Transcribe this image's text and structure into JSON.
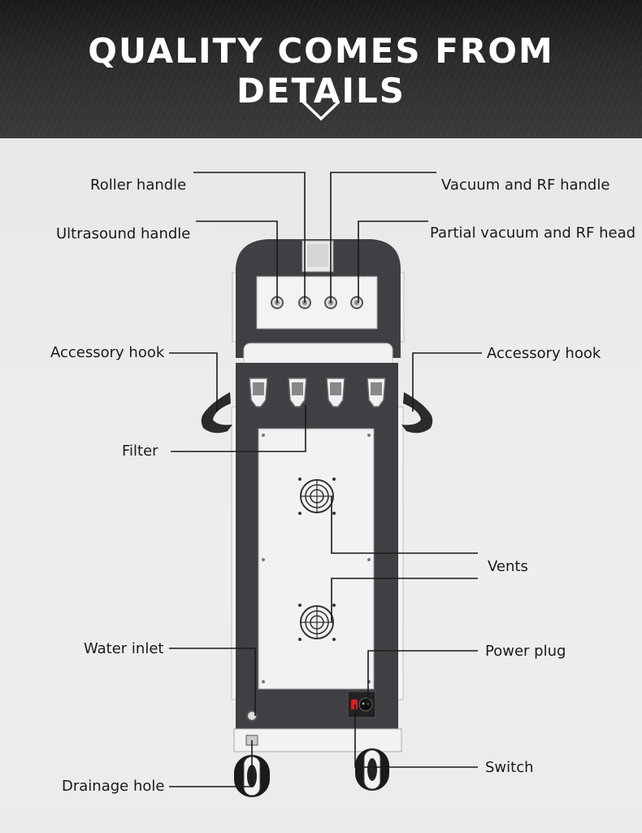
{
  "header": {
    "title": "QUALITY COMES FROM DETAILS",
    "chevron_icon": "chevron-down-icon"
  },
  "labels": {
    "roller_handle": "Roller handle",
    "ultrasound_handle": "Ultrasound handle",
    "vacuum_rf_handle": "Vacuum and RF handle",
    "partial_vacuum_rf_head": "Partial vacuum and RF head",
    "accessory_hook_left": "Accessory hook",
    "accessory_hook_right": "Accessory hook",
    "filter": "Filter",
    "vents": "Vents",
    "water_inlet": "Water inlet",
    "power_plug": "Power plug",
    "switch": "Switch",
    "drainage_hole": "Drainage hole"
  },
  "colors": {
    "header_bg": "#222222",
    "machine_frame": "#3e4043",
    "machine_panel": "#f2f2f2",
    "leader_line": "#1a1a1a",
    "power_switch": "#d81e1e"
  }
}
